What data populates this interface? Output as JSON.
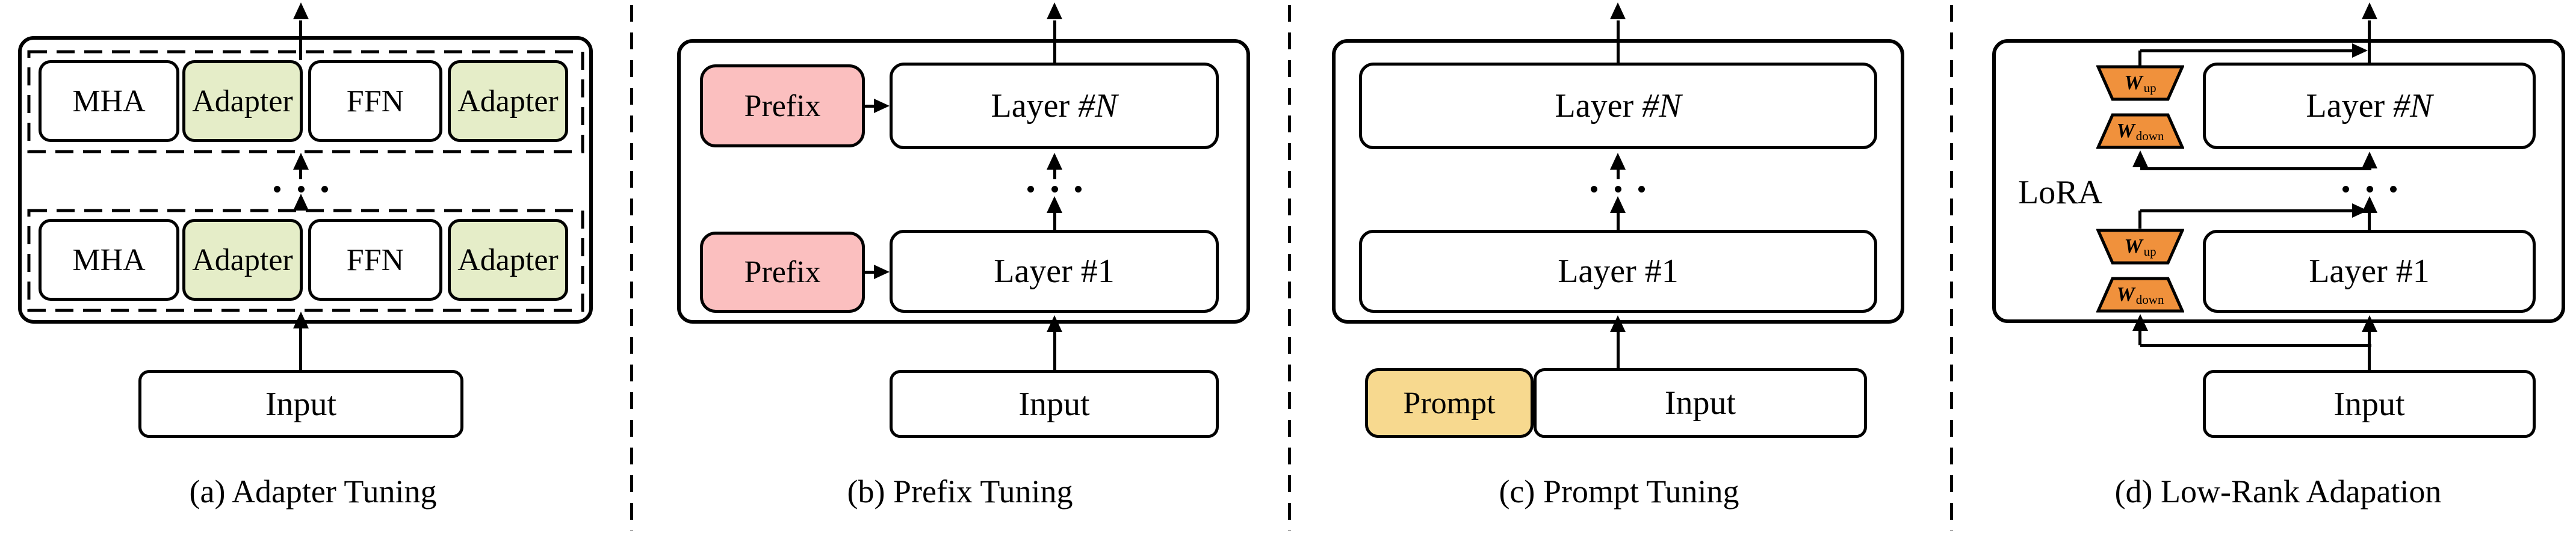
{
  "figure": {
    "background": "#ffffff",
    "line_color": "#000000",
    "panels": {
      "a": {
        "caption": "(a) Adapter Tuning",
        "blocks": {
          "mha": "MHA",
          "adapter": "Adapter",
          "ffn": "FFN",
          "input": "Input"
        },
        "accent_color": "#e5edc8"
      },
      "b": {
        "caption": "(b) Prefix Tuning",
        "blocks": {
          "prefix": "Prefix",
          "layer_top": "Layer ",
          "layer_top_index": "#N",
          "layer_bottom": "Layer #1",
          "input": "Input"
        },
        "accent_color": "#fbbfbf"
      },
      "c": {
        "caption": "(c) Prompt Tuning",
        "blocks": {
          "prompt": "Prompt",
          "layer_top": "Layer ",
          "layer_top_index": "#N",
          "layer_bottom": "Layer #1",
          "input": "Input"
        },
        "accent_color": "#f7d98f"
      },
      "d": {
        "caption": "(d) Low-Rank Adapation",
        "blocks": {
          "lora": "LoRA",
          "w": "W",
          "w_up_sub": "up",
          "w_down_sub": "down",
          "layer_top": "Layer ",
          "layer_top_index": "#N",
          "layer_bottom": "Layer #1",
          "input": "Input"
        },
        "accent_color": "#f0913c"
      }
    }
  }
}
